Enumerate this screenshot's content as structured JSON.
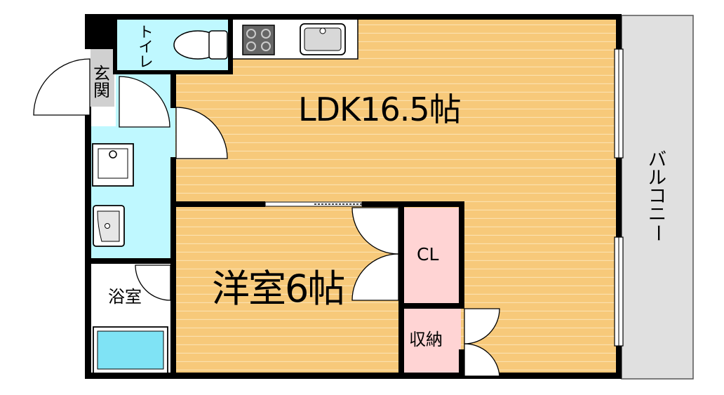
{
  "rooms": {
    "ldk": "LDK16.5帖",
    "western_room": "洋室6帖",
    "closet": "CL",
    "storage": "収納",
    "bathroom": "浴室",
    "toilet": "トイレ",
    "entrance": "玄関",
    "balcony": "バルコニー"
  },
  "colors": {
    "ldk_floor": "#f7c97a",
    "floor_stripe": "#fbe0ad",
    "wet_area": "#bff8ff",
    "closet": "#ffd4d4",
    "balcony": "#e0e0e0",
    "wall": "#000000",
    "bathtub": "#7fe3f5"
  }
}
